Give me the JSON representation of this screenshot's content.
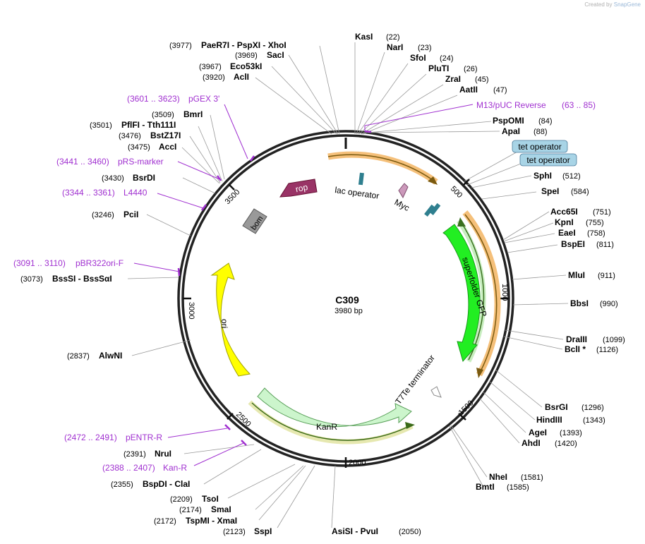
{
  "brand": {
    "prefix": "Created by",
    "name": "SnapGene"
  },
  "plasmid": {
    "name": "C309",
    "length_label": "3980 bp"
  },
  "ticks": [
    "500",
    "1000",
    "1500",
    "2000",
    "2500",
    "3000",
    "3500"
  ],
  "sites": [
    {
      "id": "kasi",
      "pos": "(22)",
      "name": "KasI"
    },
    {
      "id": "nari",
      "pos": "(23)",
      "name": "NarI"
    },
    {
      "id": "sfoi",
      "pos": "(24)",
      "name": "SfoI"
    },
    {
      "id": "pluti",
      "pos": "(26)",
      "name": "PluTI"
    },
    {
      "id": "zrai",
      "pos": "(45)",
      "name": "ZraI"
    },
    {
      "id": "aatii",
      "pos": "(47)",
      "name": "AatII"
    },
    {
      "id": "pspomi",
      "pos": "(84)",
      "name": "PspOMI"
    },
    {
      "id": "apai",
      "pos": "(88)",
      "name": "ApaI"
    },
    {
      "id": "sphi",
      "pos": "(512)",
      "name": "SphI"
    },
    {
      "id": "spei",
      "pos": "(584)",
      "name": "SpeI"
    },
    {
      "id": "acc65i",
      "pos": "(751)",
      "name": "Acc65I"
    },
    {
      "id": "kpni",
      "pos": "(755)",
      "name": "KpnI"
    },
    {
      "id": "eaei",
      "pos": "(758)",
      "name": "EaeI"
    },
    {
      "id": "bspei",
      "pos": "(811)",
      "name": "BspEI"
    },
    {
      "id": "mlui",
      "pos": "(911)",
      "name": "MluI"
    },
    {
      "id": "bbsi",
      "pos": "(990)",
      "name": "BbsI"
    },
    {
      "id": "draiii",
      "pos": "(1099)",
      "name": "DraIII"
    },
    {
      "id": "bcli",
      "pos": "(1126)",
      "name": "BclI *"
    },
    {
      "id": "bsrgi",
      "pos": "(1296)",
      "name": "BsrGI"
    },
    {
      "id": "hindiii",
      "pos": "(1343)",
      "name": "HindIII"
    },
    {
      "id": "agei",
      "pos": "(1393)",
      "name": "AgeI"
    },
    {
      "id": "ahdi",
      "pos": "(1420)",
      "name": "AhdI"
    },
    {
      "id": "nhei",
      "pos": "(1581)",
      "name": "NheI"
    },
    {
      "id": "bmti",
      "pos": "(1585)",
      "name": "BmtI"
    },
    {
      "id": "asisi",
      "pos": "(2050)",
      "name": "AsiSI  - PvuI"
    },
    {
      "id": "sspi",
      "pos": "(2123)",
      "name": "SspI"
    },
    {
      "id": "tspmi",
      "pos": "(2172)",
      "name": "TspMI  - XmaI"
    },
    {
      "id": "smai",
      "pos": "(2174)",
      "name": "SmaI"
    },
    {
      "id": "tsoi",
      "pos": "(2209)",
      "name": "TsoI"
    },
    {
      "id": "bspdi",
      "pos": "(2355)",
      "name": "BspDI  - ClaI"
    },
    {
      "id": "nrui",
      "pos": "(2391)",
      "name": "NruI"
    },
    {
      "id": "alwni",
      "pos": "(2837)",
      "name": "AlwNI"
    },
    {
      "id": "bsssi",
      "pos": "(3073)",
      "name": "BssSI  - BssSαI"
    },
    {
      "id": "pcli",
      "pos": "(3246)",
      "name": "PciI"
    },
    {
      "id": "bsrdi",
      "pos": "(3430)",
      "name": "BsrDI"
    },
    {
      "id": "acci",
      "pos": "(3475)",
      "name": "AccI"
    },
    {
      "id": "bstz17i",
      "pos": "(3476)",
      "name": "BstZ17I"
    },
    {
      "id": "pflfi",
      "pos": "(3501)",
      "name": "PflFI  - Tth111I"
    },
    {
      "id": "bmri",
      "pos": "(3509)",
      "name": "BmrI"
    },
    {
      "id": "acli",
      "pos": "(3920)",
      "name": "AclI"
    },
    {
      "id": "eco53ki",
      "pos": "(3967)",
      "name": "Eco53kI"
    },
    {
      "id": "saci",
      "pos": "(3969)",
      "name": "SacI"
    },
    {
      "id": "paer7i",
      "pos": "(3977)",
      "name": "PaeR7I  - PspXI  - XhoI"
    }
  ],
  "primers": [
    {
      "id": "m13",
      "name": "M13/pUC Reverse",
      "range": "(63 .. 85)"
    },
    {
      "id": "pgex3",
      "name": "pGEX 3'",
      "range": "(3601 .. 3623)"
    },
    {
      "id": "prs",
      "name": "pRS-marker",
      "range": "(3441 .. 3460)"
    },
    {
      "id": "l4440",
      "name": "L4440",
      "range": "(3344 .. 3361)"
    },
    {
      "id": "pbr322",
      "name": "pBR322ori-F",
      "range": "(3091 .. 3110)"
    },
    {
      "id": "pentr",
      "name": "pENTR-R",
      "range": "(2472 .. 2491)"
    },
    {
      "id": "kanr_primer",
      "name": "Kan-R",
      "range": "(2388 .. 2407)"
    }
  ],
  "boxed_labels": [
    "tet operator",
    "tet operator"
  ],
  "features": {
    "lac_operator": "lac operator",
    "myc": "Myc",
    "rop": "rop",
    "bom": "bom",
    "ori": "ori",
    "superfolder_gfp": "superfolder GFP",
    "kanr": "KanR",
    "t7te": "T7Te terminator"
  },
  "colors": {
    "backbone": "#222222",
    "primer": "#a030d0",
    "gfp": "#22ee22",
    "ori": "#ffff00",
    "kanr": "#ccf5cc",
    "rop": "#993366",
    "bom": "#999999",
    "tet_operator": "#2f7f8f",
    "myc": "#cc99bb",
    "orange_highlight": "#f5c07a"
  }
}
